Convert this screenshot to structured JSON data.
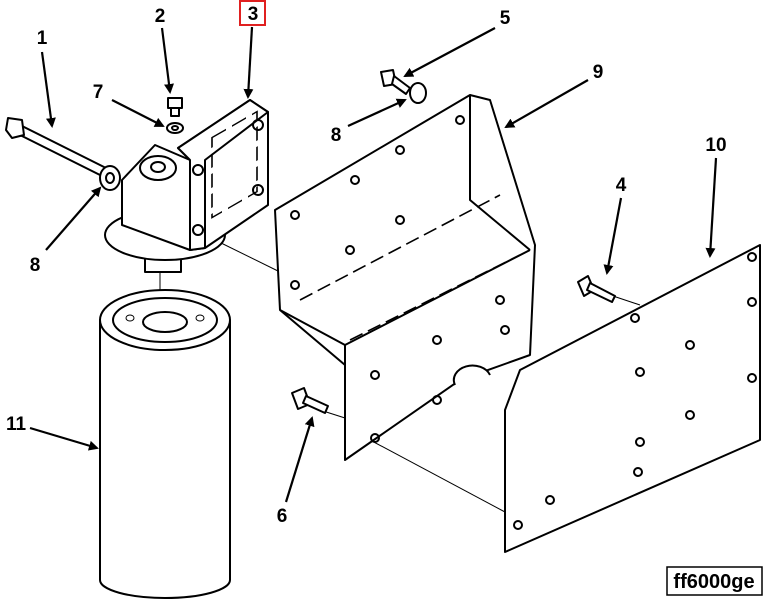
{
  "callouts": {
    "c1": "1",
    "c2": "2",
    "c3": "3",
    "c4": "4",
    "c5": "5",
    "c6": "6",
    "c7": "7",
    "c8a": "8",
    "c8b": "8",
    "c9": "9",
    "c10": "10",
    "c11": "11"
  },
  "highlight_color": "#e02020",
  "drawing_code": "ff6000ge"
}
